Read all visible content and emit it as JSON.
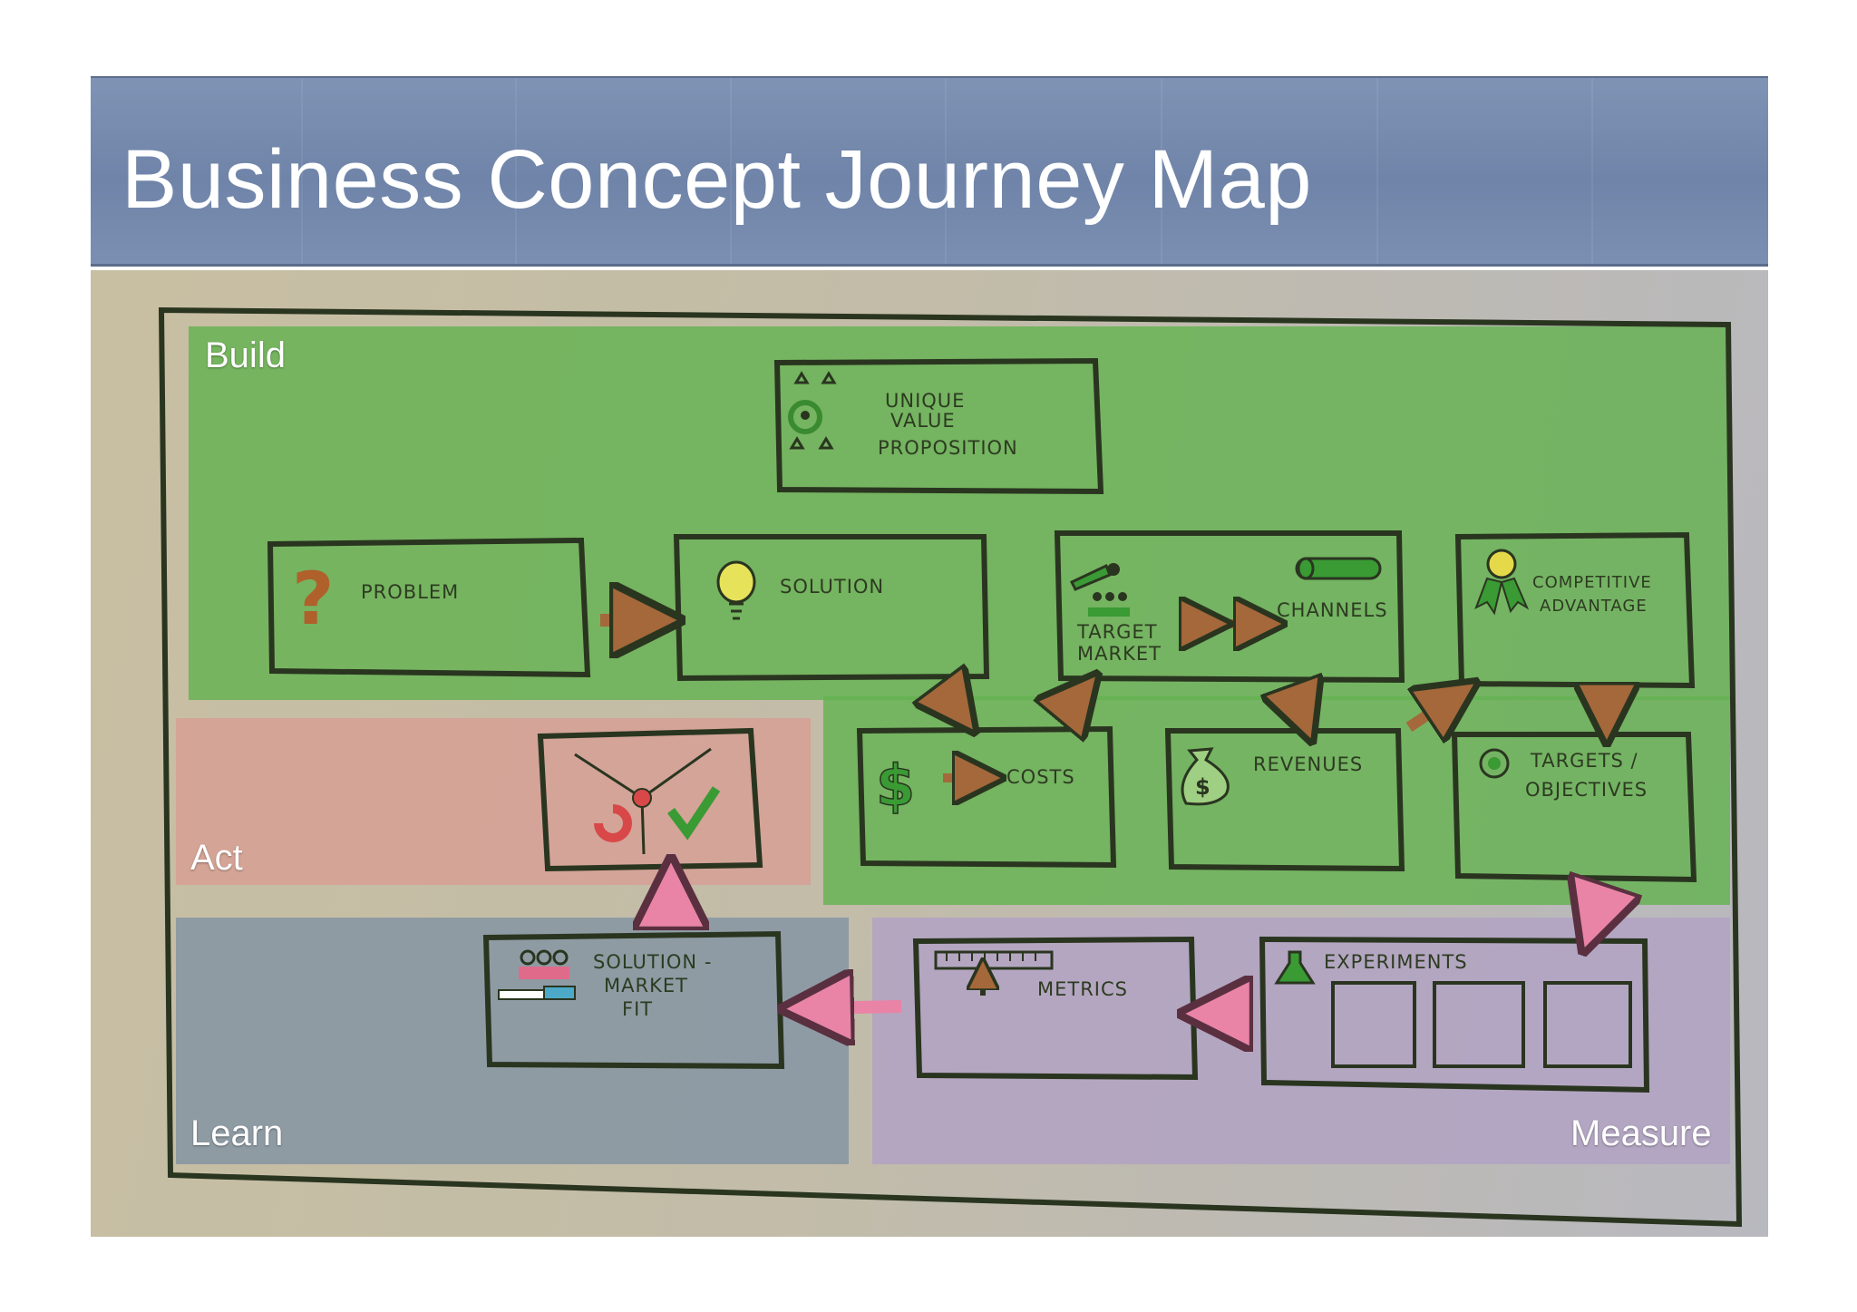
{
  "title": "Business Concept Journey Map",
  "zones": {
    "build": "Build",
    "act": "Act",
    "learn": "Learn",
    "measure": "Measure"
  },
  "boxes": {
    "unique_value_proposition": [
      "UNIQUE",
      "VALUE",
      "PROPOSITION"
    ],
    "problem": "PROBLEM",
    "solution": "SOLUTION",
    "target_market": [
      "TARGET",
      "MARKET"
    ],
    "channels": "CHANNELS",
    "competitive_advantage": [
      "COMPETITIVE",
      "ADVANTAGE"
    ],
    "costs": "COSTS",
    "revenues": "REVENUES",
    "targets_objectives": [
      "TARGETS /",
      "OBJECTIVES"
    ],
    "metrics": "METRICS",
    "experiments": "EXPERIMENTS",
    "solution_market_fit": [
      "SOLUTION -",
      "MARKET",
      "FIT"
    ]
  },
  "colors": {
    "build": "#6fb35a",
    "act": "#d4a394",
    "learn": "#8f9ba5",
    "measure": "#b3a4c2",
    "ink": "#2a3520",
    "arrow_brown": "#a4683a",
    "arrow_pink": "#e984a6"
  }
}
